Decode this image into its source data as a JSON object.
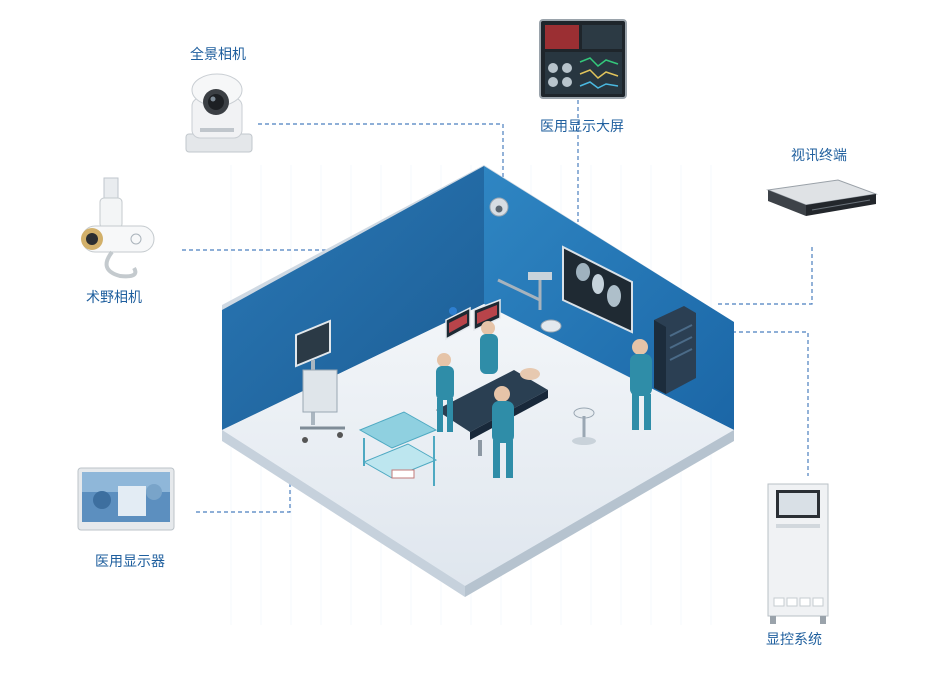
{
  "devices": {
    "panoramic_camera": {
      "label": "全景相机"
    },
    "surgical_camera": {
      "label": "术野相机"
    },
    "medical_monitor": {
      "label": "医用显示器"
    },
    "large_display": {
      "label": "医用显示大屏"
    },
    "video_terminal": {
      "label": "视讯终端"
    },
    "display_control": {
      "label": "显控系统"
    }
  },
  "colors": {
    "label_text": "#1f5f9e",
    "connector": "#4b7fbf",
    "wall": "#2d7db9",
    "floor": "#e7edf3",
    "staff": "#2f8da8"
  }
}
